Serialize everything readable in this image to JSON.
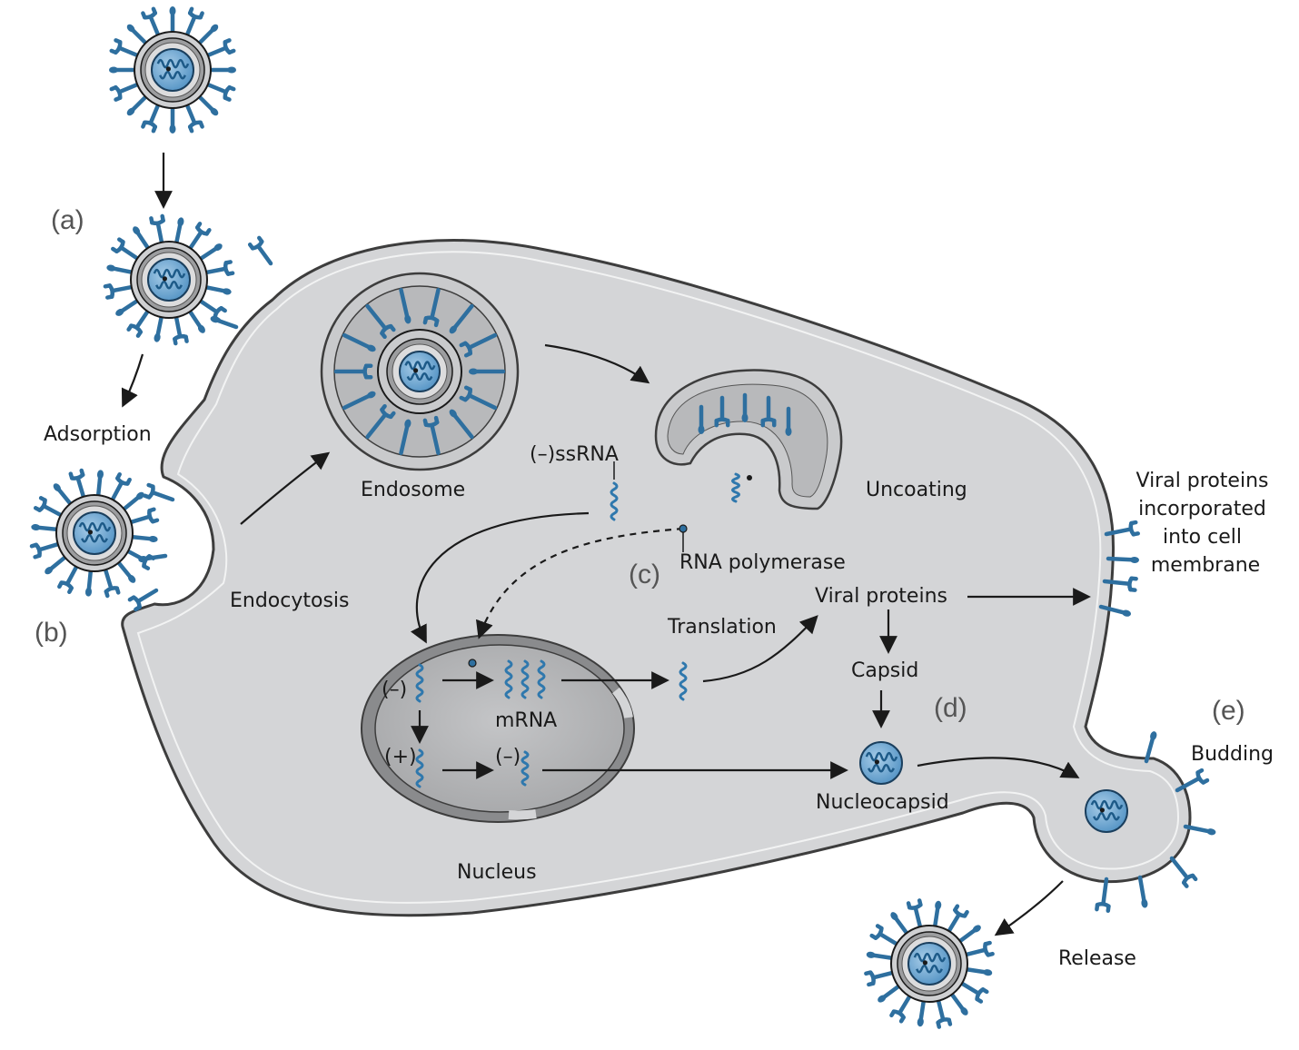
{
  "labels": {
    "adsorption": "Adsorption",
    "endosome": "Endosome",
    "endocytosis": "Endocytosis",
    "uncoating": "Uncoating",
    "ssrna": "(–)ssRNA",
    "rna_polymerase": "RNA polymerase",
    "translation": "Translation",
    "viral_proteins": "Viral proteins",
    "capsid": "Capsid",
    "nucleocapsid": "Nucleocapsid",
    "mrna": "mRNA",
    "nucleus": "Nucleus",
    "minus1": "(–)",
    "plus": "(+)",
    "minus2": "(–)",
    "viral_proteins_membrane": [
      "Viral proteins",
      "incorporated",
      "into cell",
      "membrane"
    ],
    "budding": "Budding",
    "release": "Release"
  },
  "steps": {
    "a": "(a)",
    "b": "(b)",
    "c": "(c)",
    "d": "(d)",
    "e": "(e)"
  },
  "colors": {
    "cell_fill": "#d4d5d7",
    "membrane": "#3d3d3d",
    "nucleus_outer": "#8a8b8d",
    "nucleus_inner": "#b7b8ba",
    "viral_blue": "#2e6f9f",
    "capsid_blue": "#5b9ccb"
  }
}
